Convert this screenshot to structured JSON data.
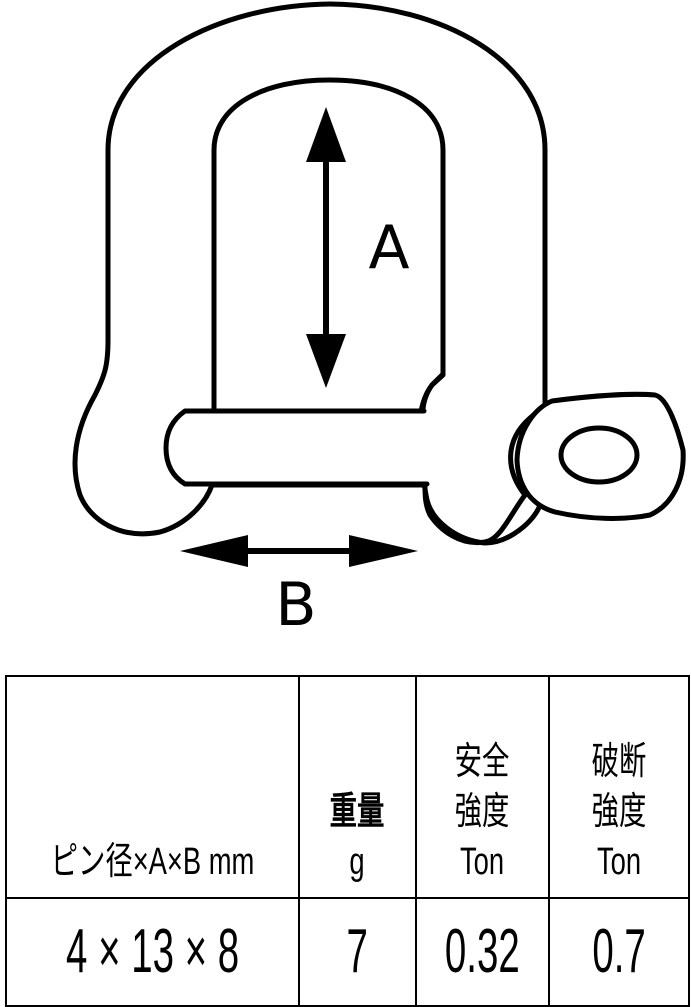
{
  "diagram": {
    "subject": "shackle",
    "labels": {
      "dimension_a": "A",
      "dimension_b": "B"
    }
  },
  "spec_table": {
    "headers": [
      {
        "lines": [
          "ピン径×A×B mm"
        ]
      },
      {
        "lines": [
          "重量",
          "g"
        ]
      },
      {
        "lines": [
          "安全",
          "強度",
          "Ton"
        ]
      },
      {
        "lines": [
          "破断",
          "強度",
          "Ton"
        ]
      }
    ],
    "rows": [
      [
        "4 × 13 × 8",
        "7",
        "0.32",
        "0.7"
      ]
    ]
  }
}
